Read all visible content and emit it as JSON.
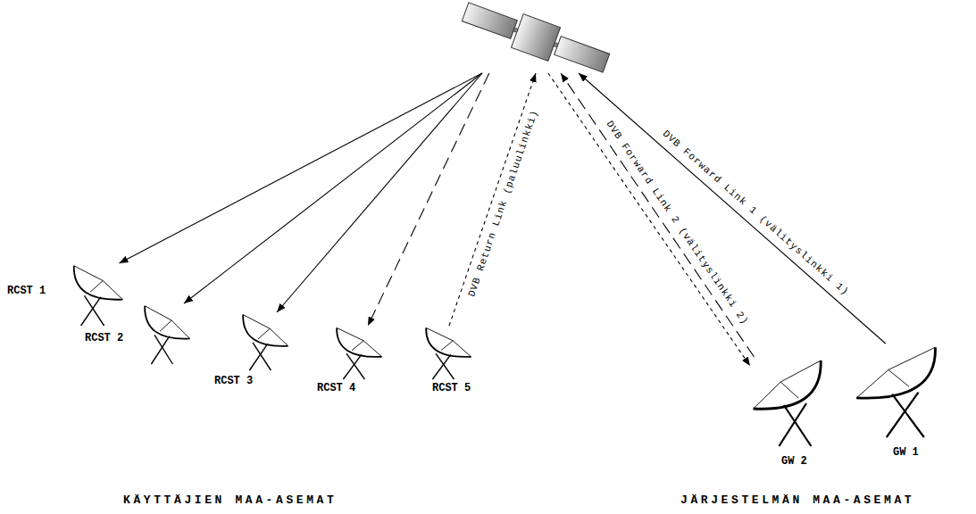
{
  "diagram": {
    "nodes": [
      {
        "text": []
      },
      {
        "text": [
          "RCST 1"
        ]
      },
      {
        "text": [
          "RCST 2"
        ]
      },
      {
        "text": [
          "RCST 3"
        ]
      },
      {
        "text": [
          "RCST 4"
        ]
      },
      {
        "text": [
          "RCST 5"
        ]
      },
      {
        "text": [
          "GW 2"
        ]
      },
      {
        "text": [
          "GW 1"
        ]
      }
    ],
    "edges": [
      {
        "from": 7,
        "to": 0,
        "arrow": "to",
        "label": "DVB Forward Link 1 (välityslinkki 1)"
      },
      {
        "from": 0,
        "to": 1,
        "arrow": "to"
      },
      {
        "from": 0,
        "to": 2,
        "arrow": "to"
      },
      {
        "from": 0,
        "to": 3,
        "arrow": "to"
      },
      {
        "from": 6,
        "to": 0,
        "arrow": "to",
        "label": "DVB Forward Link 2 (välityslinkki 2)"
      },
      {
        "from": 0,
        "to": 4,
        "arrow": "to"
      },
      {
        "from": 5,
        "to": 0,
        "arrow": "to",
        "label": "DVB Return Link (paluulinkki)"
      },
      {
        "from": 0,
        "to": 6,
        "arrow": "to"
      }
    ],
    "labels": [
      "KÄYTTÄJIEN MAA-ASEMAT",
      "JÄRJESTELMÄN MAA-ASEMAT"
    ]
  }
}
